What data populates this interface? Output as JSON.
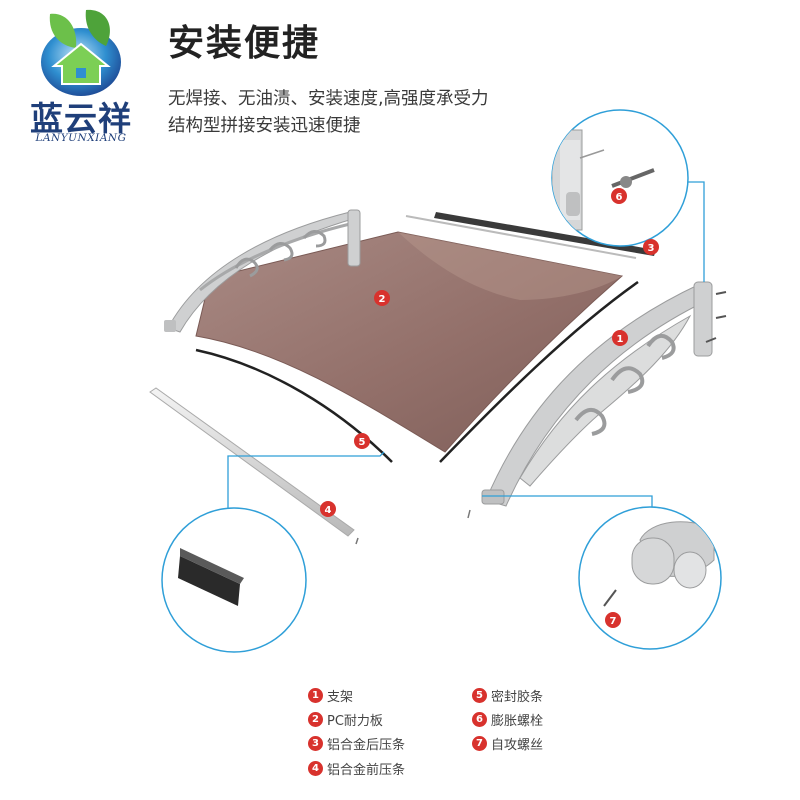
{
  "brand": {
    "name_cn": "蓝云祥",
    "name_en": "LANYUNXIANG"
  },
  "headline": "安装便捷",
  "subtitle_lines": [
    "无焊接、无油渍、安装速度,高强度承受力",
    "结构型拼接安装迅速便捷"
  ],
  "callouts": [
    "1",
    "2",
    "3",
    "4",
    "5",
    "6",
    "7"
  ],
  "legend": [
    {
      "num": "1",
      "label": "支架"
    },
    {
      "num": "2",
      "label": "PC耐力板"
    },
    {
      "num": "3",
      "label": "铝合金后压条"
    },
    {
      "num": "4",
      "label": "铝合金前压条"
    },
    {
      "num": "5",
      "label": "密封胶条"
    },
    {
      "num": "6",
      "label": "膨胀螺栓"
    },
    {
      "num": "7",
      "label": "自攻螺丝"
    }
  ],
  "colors": {
    "badge": "#d8322d",
    "panel": "#9a7670",
    "bracket": "#c9cacb",
    "zoom_ring": "#2f9fd8",
    "brand_blue": "#1f3f7a",
    "brand_green": "#59b43c"
  }
}
